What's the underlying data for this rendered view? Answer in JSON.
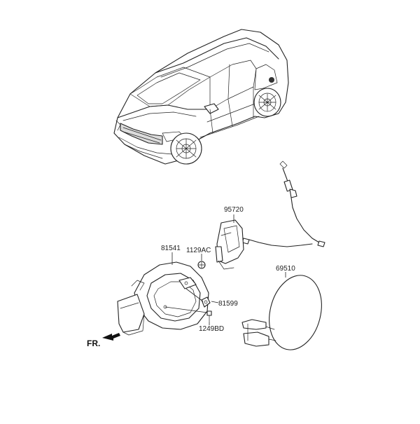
{
  "diagram": {
    "parts": [
      {
        "id": "p95720",
        "label": "95720"
      },
      {
        "id": "p81541",
        "label": "81541"
      },
      {
        "id": "p1129AC",
        "label": "1129AC"
      },
      {
        "id": "p81599",
        "label": "81599"
      },
      {
        "id": "p1249BD",
        "label": "1249BD"
      },
      {
        "id": "p69510",
        "label": "69510"
      }
    ],
    "direction_label": "FR."
  }
}
